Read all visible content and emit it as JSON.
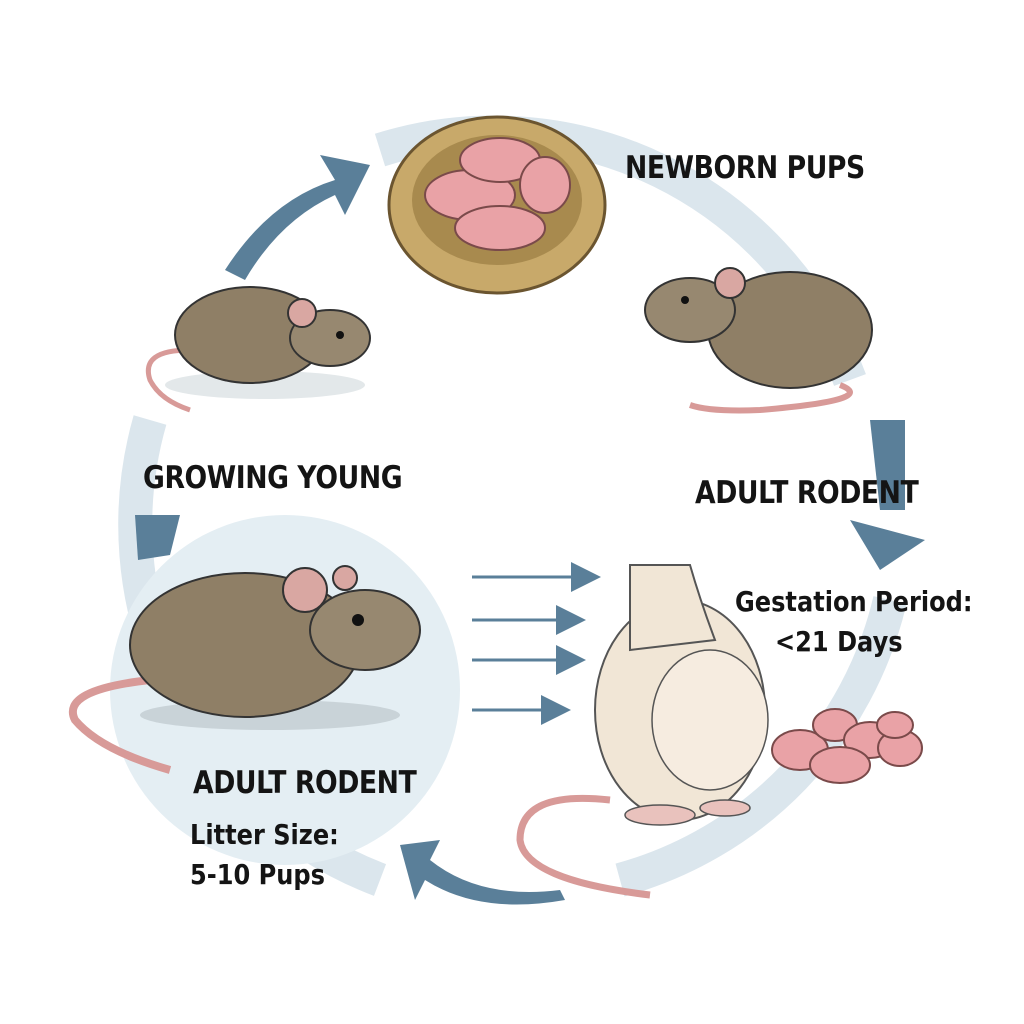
{
  "labels": {
    "newborn_pups": "NEWBORN PUPS",
    "adult_rodent_right": "ADULT RODENT",
    "growing_young": "GROWING YOUNG",
    "adult_rodent_left": "ADULT RODENT",
    "litter_size_label": "Litter Size:",
    "litter_size_value": "5-10 Pups",
    "gestation_label": "Gestation Period:",
    "gestation_value": "<21 Days"
  },
  "colors": {
    "arrow_dark": "#5a7f99",
    "arrow_light": "#d5e2ea",
    "circle_bg": "#e4eef3",
    "rat_fur": "#8f7f66",
    "pup_pink": "#e9a2a6",
    "nest": "#c8a96a",
    "pregnant_fur": "#f1e6d6"
  }
}
